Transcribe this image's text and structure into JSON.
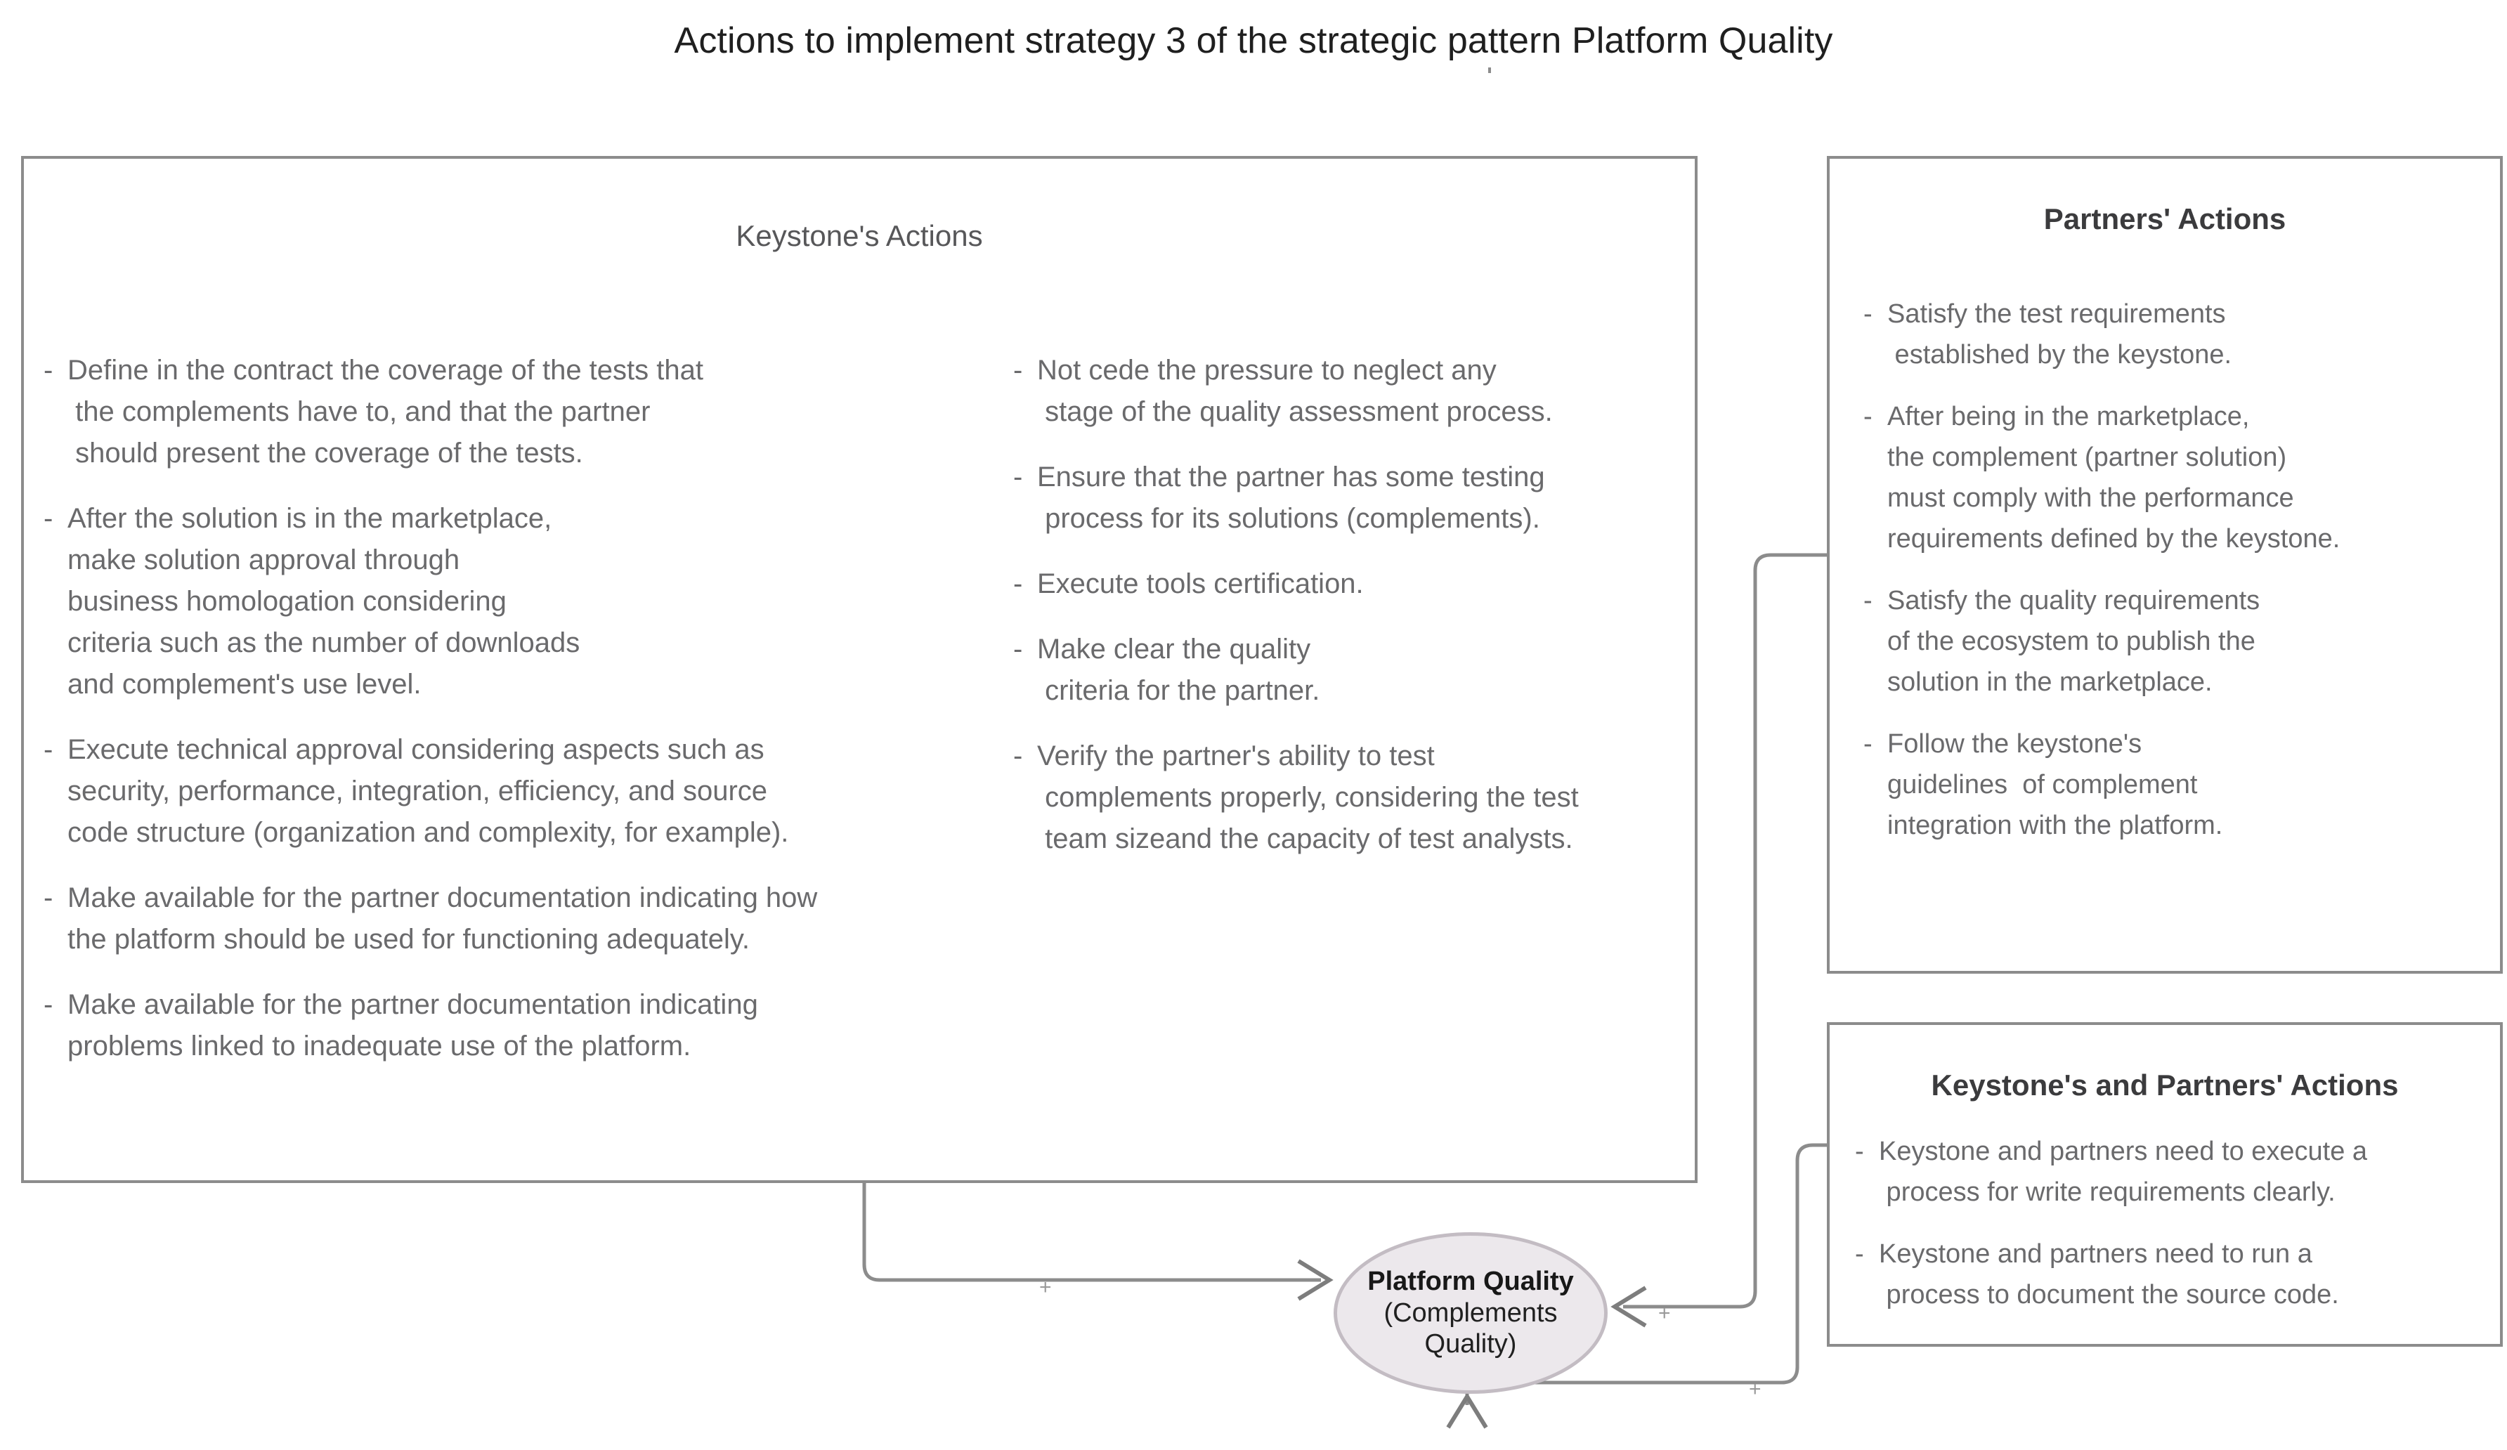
{
  "title": "Actions to implement strategy 3 of the strategic pattern Platform Quality",
  "keystone_box": {
    "title": "Keystone's Actions",
    "column_1": [
      {
        "dash": "-",
        "lines": [
          "Define in the contract the coverage of the tests that",
          " the complements have to, and that the partner",
          " should present the coverage of the tests."
        ]
      },
      {
        "dash": "-",
        "lines": [
          "After the solution is in the marketplace,",
          "make solution approval through",
          "business homologation considering",
          "criteria such as the number of downloads",
          "and complement's use level."
        ]
      },
      {
        "dash": "-",
        "lines": [
          "Execute technical approval considering aspects such as",
          "security, performance, integration, efficiency, and source",
          "code structure (organization and complexity, for example)."
        ]
      },
      {
        "dash": "-",
        "lines": [
          "Make available for the partner documentation indicating how",
          "the platform should be used for functioning adequately."
        ]
      },
      {
        "dash": "-",
        "lines": [
          "Make available for the partner documentation indicating",
          "problems linked to inadequate use of the platform."
        ]
      }
    ],
    "column_2": [
      {
        "dash": "-",
        "lines": [
          "Not cede the pressure to neglect any",
          " stage of the quality assessment process."
        ]
      },
      {
        "dash": "-",
        "lines": [
          "Ensure that the partner has some testing",
          " process for its solutions (complements)."
        ]
      },
      {
        "dash": "-",
        "lines": [
          "Execute tools certification."
        ]
      },
      {
        "dash": "-",
        "lines": [
          "Make clear the quality",
          " criteria for the partner."
        ]
      },
      {
        "dash": "-",
        "lines": [
          "Verify the partner's ability to test",
          " complements properly, considering the test",
          " team sizeand the capacity of test analysts."
        ]
      }
    ]
  },
  "partners_box": {
    "title": "Partners' Actions",
    "items": [
      {
        "dash": "-",
        "lines": [
          "Satisfy the test requirements",
          " established by the keystone."
        ]
      },
      {
        "dash": "-",
        "lines": [
          "After being in the marketplace,",
          "the complement (partner solution)",
          "must comply with the performance",
          "requirements defined by the keystone."
        ]
      },
      {
        "dash": "-",
        "lines": [
          "Satisfy the quality requirements",
          "of the ecosystem to publish the",
          "solution in the marketplace."
        ]
      },
      {
        "dash": "-",
        "lines": [
          "Follow the keystone's",
          "guidelines  of complement",
          "integration with the platform."
        ]
      }
    ]
  },
  "joint_box": {
    "title": "Keystone's and Partners' Actions",
    "items": [
      {
        "dash": "-",
        "lines": [
          "Keystone and partners need to execute a",
          " process for write requirements clearly."
        ]
      },
      {
        "dash": "-",
        "lines": [
          "Keystone and partners need to run a",
          " process to document the source code."
        ]
      }
    ]
  },
  "platform_node": {
    "line_1": "Platform Quality",
    "line_2": "(Complements",
    "line_3": "Quality)"
  },
  "connectors": {
    "keystone_to_node_label": "+",
    "partners_to_node_label": "+",
    "joint_to_node_label": "+"
  },
  "colors": {
    "box_border": "#8c8c8c",
    "node_fill": "#ece8ec",
    "node_border": "#c3bcc3",
    "text": "#6a6a6c",
    "title_text": "#1f1f1f",
    "connector": "#8c8c8c"
  }
}
